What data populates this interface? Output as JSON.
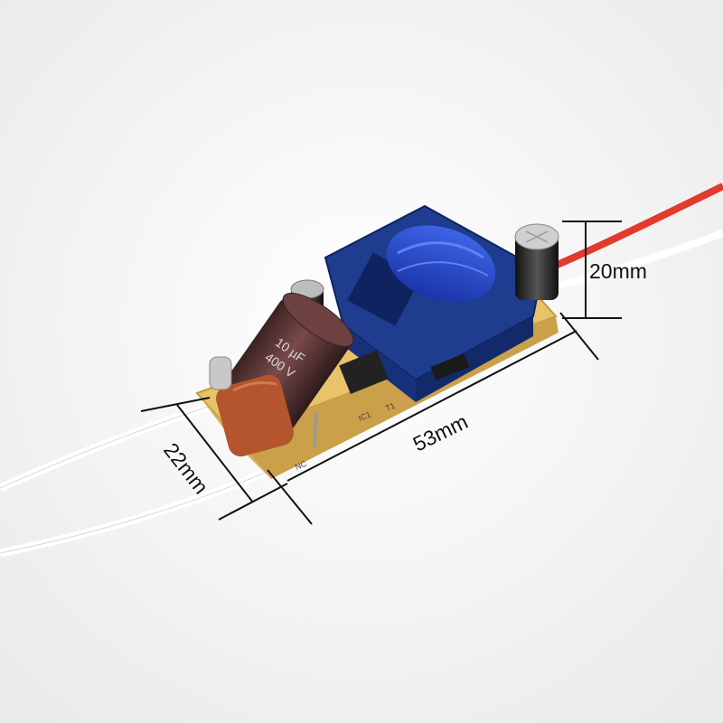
{
  "dimensions": {
    "height_label": "20mm",
    "length_label": "53mm",
    "width_label": "22mm"
  },
  "capacitor_large": {
    "marking_line1": "10 µF",
    "marking_line2": "400 V"
  },
  "pcb": {
    "silkscreen_1": "IC1",
    "silkscreen_2": "T1",
    "silkscreen_3": "NC"
  },
  "colors": {
    "background": "#f3f3f3",
    "pcb": "#e8c36a",
    "transformer_bobbin": "#1f3d8f",
    "transformer_winding": "#2448c8",
    "capacitor_body": "#5a3434",
    "film_capacitor": "#b4552e",
    "wire_red": "#e23a2c",
    "wire_white": "#ffffff"
  }
}
